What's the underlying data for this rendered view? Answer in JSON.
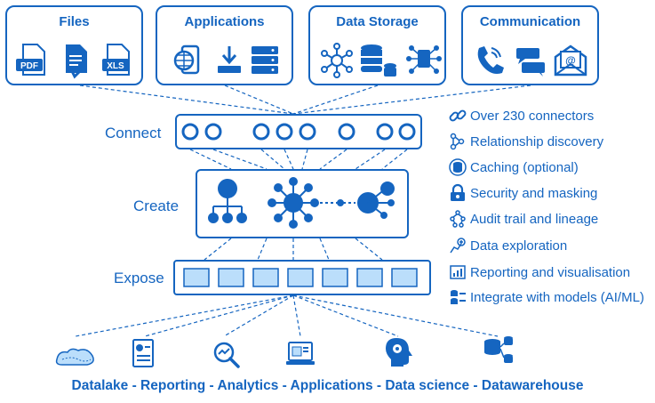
{
  "sources": {
    "files": {
      "title": "Files",
      "icons": [
        "pdf-file-icon",
        "document-file-icon",
        "xls-file-icon"
      ],
      "pdf_text": "PDF",
      "xls_text": "XLS"
    },
    "applications": {
      "title": "Applications",
      "icons": [
        "web-app-icon",
        "download-icon",
        "server-icon"
      ]
    },
    "data_storage": {
      "title": "Data Storage",
      "icons": [
        "network-hub-icon",
        "database-icon",
        "distributed-storage-icon"
      ]
    },
    "communication": {
      "title": "Communication",
      "icons": [
        "phone-icon",
        "chat-icon",
        "email-icon"
      ]
    }
  },
  "layers": {
    "connect": {
      "label": "Connect"
    },
    "create": {
      "label": "Create"
    },
    "expose": {
      "label": "Expose"
    }
  },
  "features": [
    {
      "label": "Over 230 connectors",
      "icon": "link-icon"
    },
    {
      "label": "Relationship discovery",
      "icon": "relationship-icon"
    },
    {
      "label": "Caching (optional)",
      "icon": "cache-database-icon"
    },
    {
      "label": "Security and masking",
      "icon": "lock-icon"
    },
    {
      "label": "Audit trail and lineage",
      "icon": "lineage-icon"
    },
    {
      "label": "Data exploration",
      "icon": "exploration-icon"
    },
    {
      "label": "Reporting and visualisation",
      "icon": "report-chart-icon"
    },
    {
      "label": "Integrate with models (AI/ML)",
      "icon": "model-integration-icon"
    }
  ],
  "consumers": {
    "label": "Datalake - Reporting - Analytics - Applications - Data science - Datawarehouse",
    "icons": [
      "datalake-icon",
      "reporting-icon",
      "analytics-icon",
      "applications-icon",
      "data-science-icon",
      "datawarehouse-icon"
    ]
  },
  "colors": {
    "primary": "#1565c0",
    "light_fill": "#bbdefb"
  }
}
